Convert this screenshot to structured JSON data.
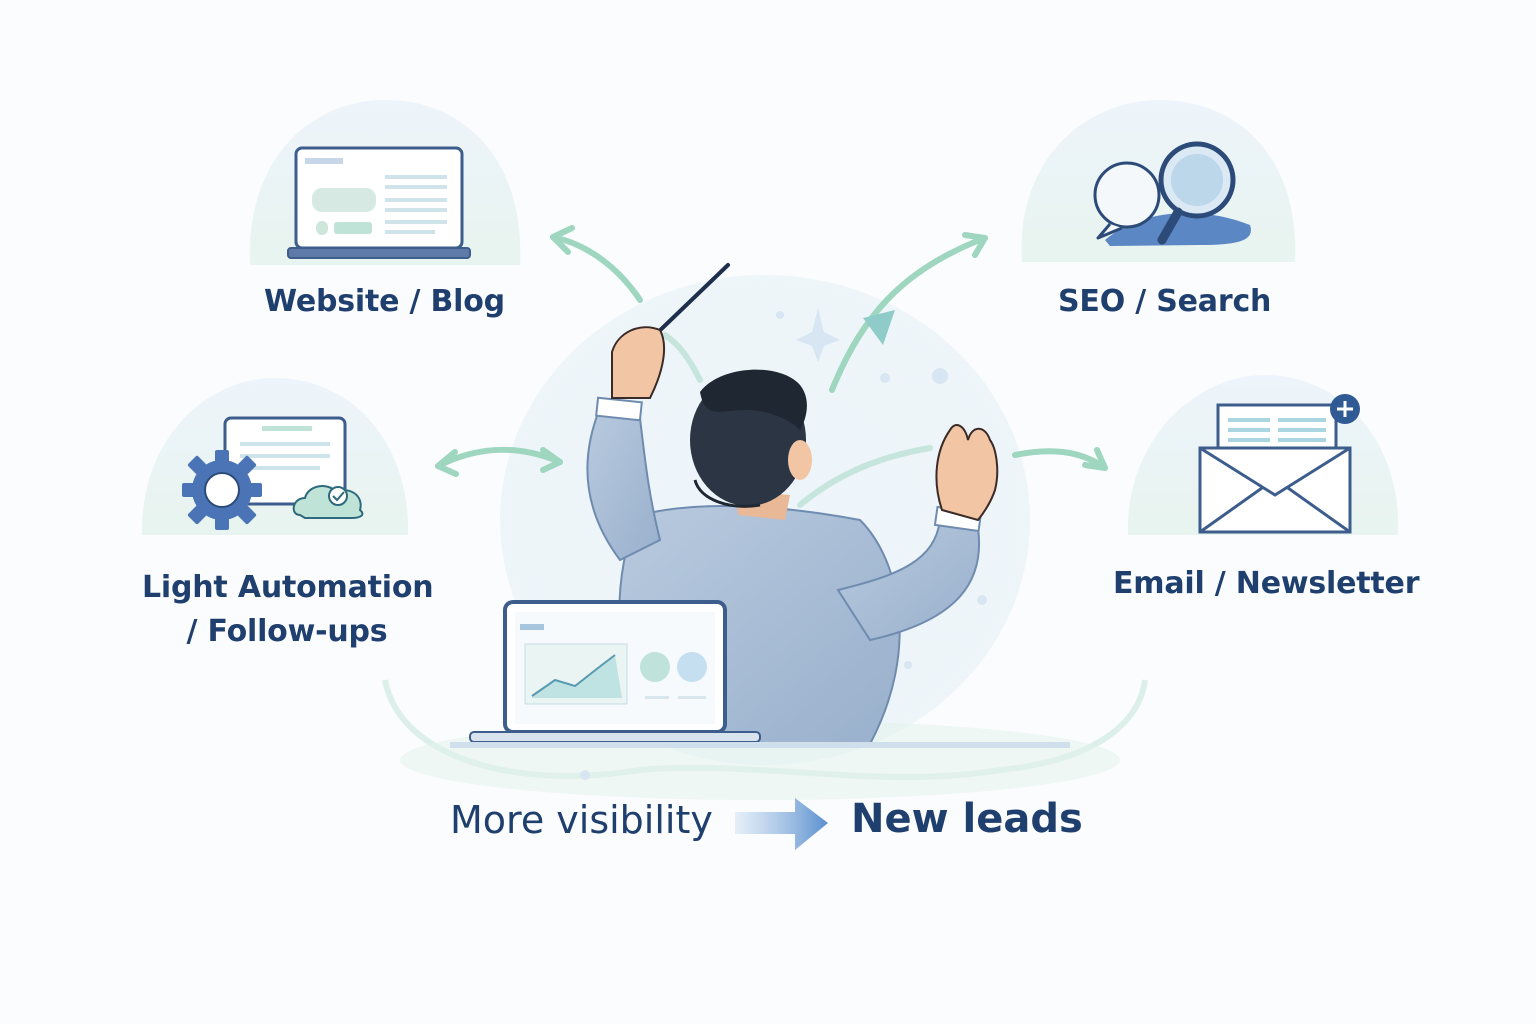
{
  "channels": {
    "website": "Website / Blog",
    "seo": "SEO / Search",
    "automation_line1": "Light Automation",
    "automation_line2": "/ Follow-ups",
    "email": "Email / Newsletter"
  },
  "tagline": {
    "left": "More visibility",
    "right": "New leads"
  },
  "colors": {
    "navy": "#1f3f6e",
    "accent_green": "#8fd3b8",
    "accent_blue": "#5b8fcf",
    "bubble": "#e9f2f8",
    "suit": "#a9bdd6"
  }
}
